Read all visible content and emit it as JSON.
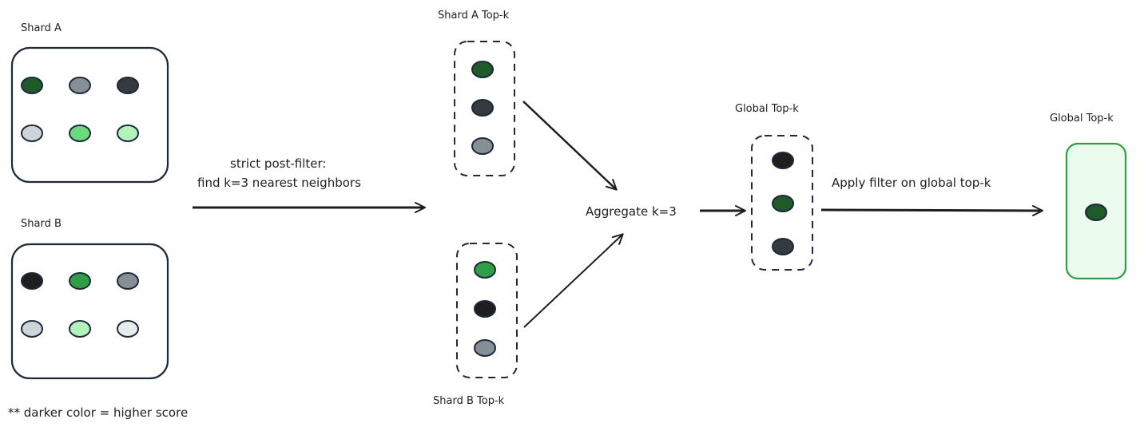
{
  "labels": {
    "shard_a": "Shard A",
    "shard_b": "Shard B",
    "shard_a_topk": "Shard A Top-k",
    "shard_b_topk": "Shard B Top-k",
    "global_topk": "Global Top-k",
    "global_topk_filtered": "Global Top-k",
    "post_filter_line1": "strict post-filter:",
    "post_filter_line2": "find k=3 nearest neighbors",
    "aggregate": "Aggregate k=3",
    "apply_filter": "Apply filter on global top-k",
    "legend_note": "** darker color = higher score"
  },
  "colors": {
    "stroke": "#1e2a3a",
    "arrow": "#1e1e1e",
    "filtered_border": "#2f9e44",
    "filtered_fill": "#ebfbee"
  },
  "shards": {
    "shard_a": {
      "points": [
        {
          "name": "point-dark-green",
          "color": "#1f5a2a"
        },
        {
          "name": "point-gray",
          "color": "#868e96"
        },
        {
          "name": "point-dark-slate",
          "color": "#343a40"
        },
        {
          "name": "point-light-gray",
          "color": "#ced4da"
        },
        {
          "name": "point-mid-green",
          "color": "#69db7c"
        },
        {
          "name": "point-light-green",
          "color": "#b2f2bb"
        }
      ]
    },
    "shard_b": {
      "points": [
        {
          "name": "point-black",
          "color": "#1e1e1e"
        },
        {
          "name": "point-green",
          "color": "#2f9e44"
        },
        {
          "name": "point-gray",
          "color": "#868e96"
        },
        {
          "name": "point-light-gray",
          "color": "#ced4da"
        },
        {
          "name": "point-light-green",
          "color": "#b2f2bb"
        },
        {
          "name": "point-very-light-gray",
          "color": "#e9ecef"
        }
      ]
    }
  },
  "topk": {
    "shard_a": [
      "#1f5a2a",
      "#343a40",
      "#868e96"
    ],
    "shard_b": [
      "#2f9e44",
      "#1e1e1e",
      "#868e96"
    ],
    "global": [
      "#1e1e1e",
      "#1f5a2a",
      "#343a40"
    ],
    "filtered": [
      "#1f5a2a"
    ]
  }
}
